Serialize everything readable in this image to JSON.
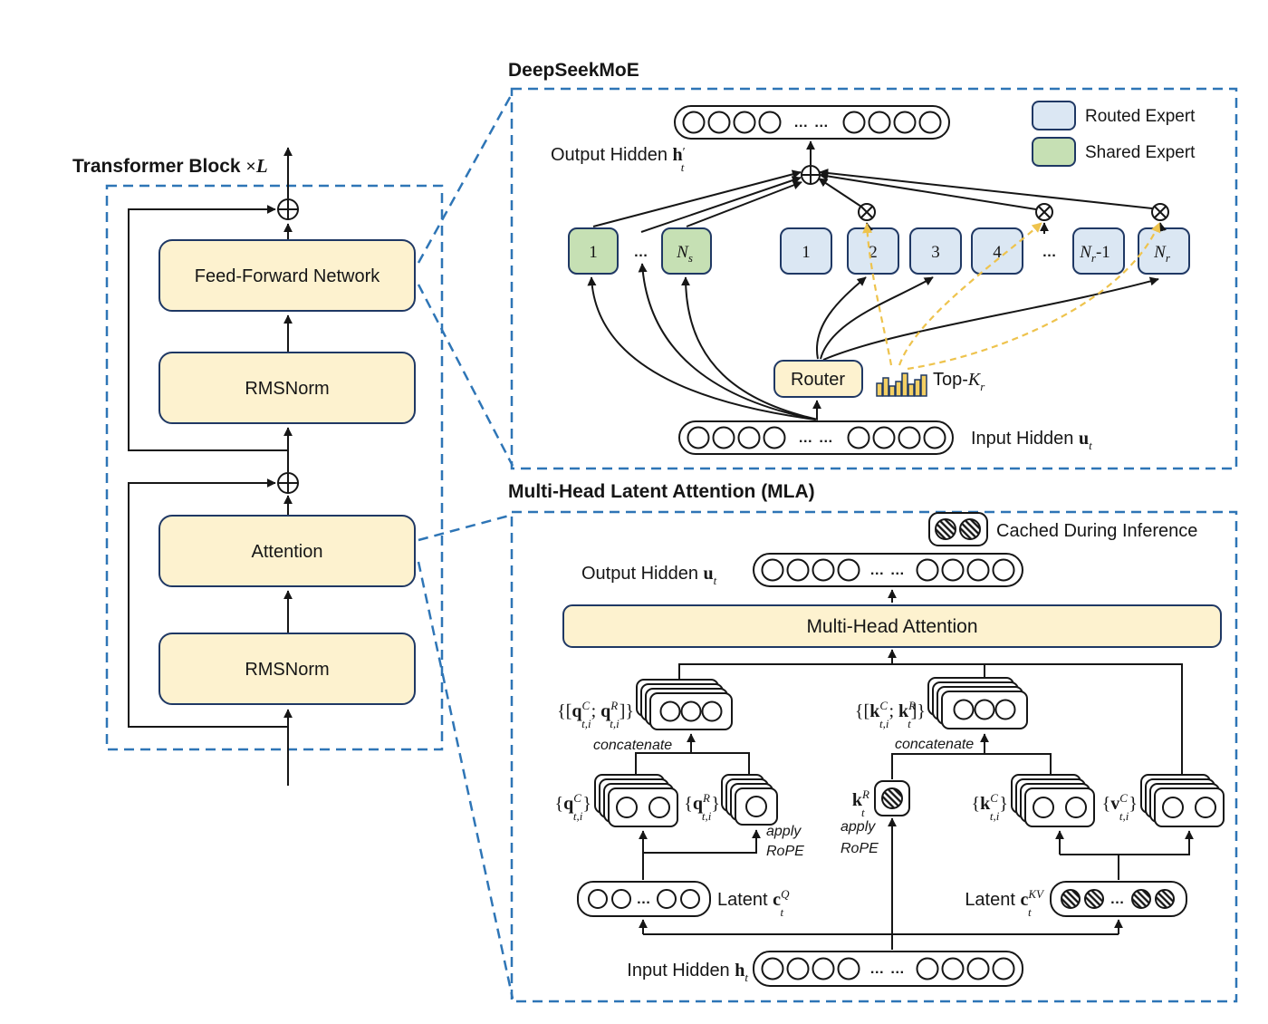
{
  "colors": {
    "box_fill": "#fdf2cf",
    "routed_expert_fill": "#dbe7f3",
    "shared_expert_fill": "#c6e0b4",
    "panel_dash_blue": "#2e75b6",
    "topk_dash_amber": "#eec34d",
    "box_border_navy": "#1f3864",
    "ink": "#161616"
  },
  "left": {
    "title": "Transformer Block ",
    "times": "×",
    "L": "L",
    "ffn": "Feed-Forward Network",
    "rms1": "RMSNorm",
    "attn": "Attention",
    "rms2": "RMSNorm"
  },
  "moe": {
    "title": "DeepSeekMoE",
    "legend_routed": "Routed Expert",
    "legend_shared": "Shared Expert",
    "out_prefix": "Output Hidden ",
    "out_var": "h",
    "out_prime": "′",
    "out_sub": "t",
    "in_prefix": "Input Hidden ",
    "in_var": "u",
    "in_sub": "t",
    "router": "Router",
    "topk_prefix": "Top-",
    "topk_var": "K",
    "topk_sub": "r",
    "dots": "…",
    "capsule_dots": "… …",
    "experts": {
      "g1": "1",
      "ns_var": "N",
      "ns_sub": "s",
      "b1": "1",
      "b2": "2",
      "b3": "3",
      "b4": "4",
      "nr1_var": "N",
      "nr1_sub": "r",
      "nr1_post": "-1",
      "nr_var": "N",
      "nr_sub": "r"
    }
  },
  "mla": {
    "title": "Multi-Head Latent Attention (MLA)",
    "cached": "Cached During Inference",
    "out_prefix": "Output Hidden ",
    "out_var": "u",
    "out_sub": "t",
    "mha": "Multi-Head Attention",
    "concat1": "concatenate",
    "concat2": "concatenate",
    "apply": "apply",
    "rope": "RoPE",
    "qcat": {
      "o": "{[",
      "v1": "q",
      "s1": "C",
      "b1": "t,i",
      "m": "; ",
      "v2": "q",
      "s2": "R",
      "b2": "t,i",
      "c": "]}"
    },
    "kcat": {
      "o": "{[",
      "v1": "k",
      "s1": "C",
      "b1": "t,i",
      "m": "; ",
      "v2": "k",
      "s2": "R",
      "b2": "t",
      "c": "]}"
    },
    "qc": {
      "o": "{",
      "v": "q",
      "s": "C",
      "b": "t,i",
      "c": "}"
    },
    "qr": {
      "o": "{",
      "v": "q",
      "s": "R",
      "b": "t,i",
      "c": "}"
    },
    "kr": {
      "v": "k",
      "s": "R",
      "b": "t"
    },
    "kc": {
      "o": "{",
      "v": "k",
      "s": "C",
      "b": "t,i",
      "c": "}"
    },
    "vc": {
      "o": "{",
      "v": "v",
      "s": "C",
      "b": "t,i",
      "c": "}"
    },
    "latq": {
      "prefix": "Latent ",
      "v": "c",
      "s": "Q",
      "b": "t"
    },
    "latkv": {
      "prefix": "Latent ",
      "v": "c",
      "s": "KV",
      "b": "t"
    },
    "in_prefix": "Input Hidden ",
    "in_var": "h",
    "in_sub": "t",
    "dots": "…",
    "capsule_dots": "… …"
  }
}
